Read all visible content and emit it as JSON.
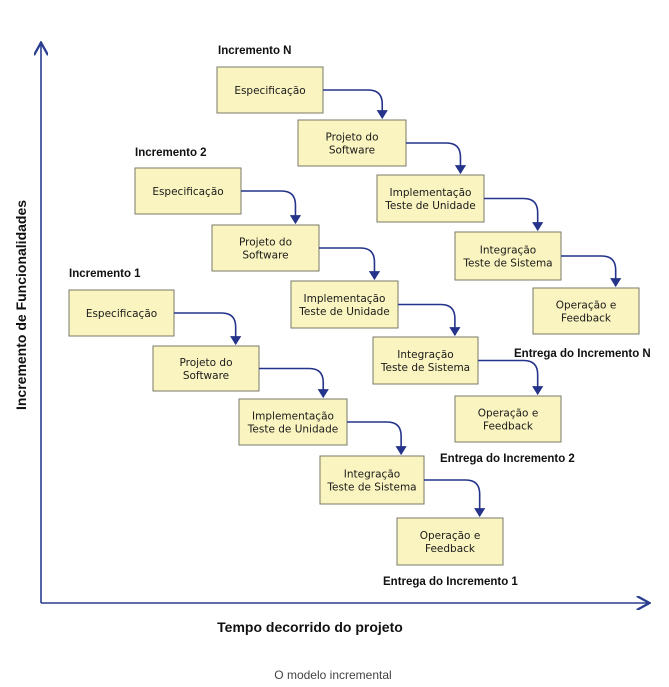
{
  "axes": {
    "x_label": "Tempo decorrido do projeto",
    "y_label": "Incremento de Funcionalidades"
  },
  "caption": "O modelo incremental",
  "increments": [
    {
      "title": "Incremento 1",
      "delivery": "Entrega do Incremento 1",
      "steps": [
        [
          "Especificação"
        ],
        [
          "Projeto do",
          "Software"
        ],
        [
          "Implementação",
          "Teste de Unidade"
        ],
        [
          "Integração",
          "Teste de Sistema"
        ],
        [
          "Operação e",
          "Feedback"
        ]
      ]
    },
    {
      "title": "Incremento 2",
      "delivery": "Entrega do Incremento 2",
      "steps": [
        [
          "Especificação"
        ],
        [
          "Projeto do",
          "Software"
        ],
        [
          "Implementação",
          "Teste de Unidade"
        ],
        [
          "Integração",
          "Teste de Sistema"
        ],
        [
          "Operação e",
          "Feedback"
        ]
      ]
    },
    {
      "title": "Incremento N",
      "delivery": "Entrega do Incremento N",
      "steps": [
        [
          "Especificação"
        ],
        [
          "Projeto do",
          "Software"
        ],
        [
          "Implementação",
          "Teste de Unidade"
        ],
        [
          "Integração",
          "Teste de Sistema"
        ],
        [
          "Operação e",
          "Feedback"
        ]
      ]
    }
  ]
}
